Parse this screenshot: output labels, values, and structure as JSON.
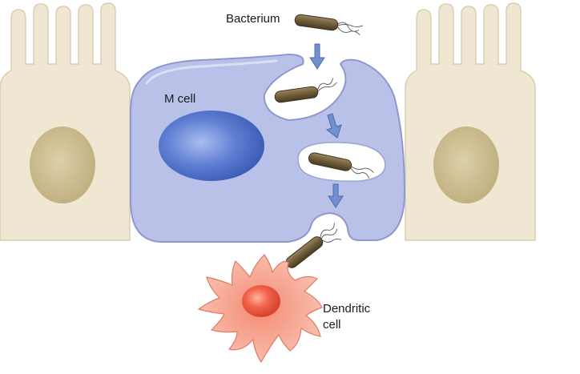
{
  "labels": {
    "bacterium": "Bacterium",
    "m_cell": "M cell",
    "dendritic_line1": "Dendritic",
    "dendritic_line2": "cell"
  },
  "colors": {
    "epithelial_fill": "#efe7d2",
    "epithelial_stroke": "#d8cdb0",
    "epithelial_nucleus": "#cbb98a",
    "m_cell_fill": "#b8c0e6",
    "m_cell_stroke": "#8f9ad0",
    "m_cell_nucleus": "#4d6fc6",
    "vesicle_fill": "#ffffff",
    "bacterium_body": "#6b5a3a",
    "bacterium_flagella": "#555555",
    "arrow": "#6f8fcf",
    "dendritic_fill": "#f4a48e",
    "dendritic_stroke": "#e07a62",
    "dendritic_nucleus": "#e8503a"
  }
}
